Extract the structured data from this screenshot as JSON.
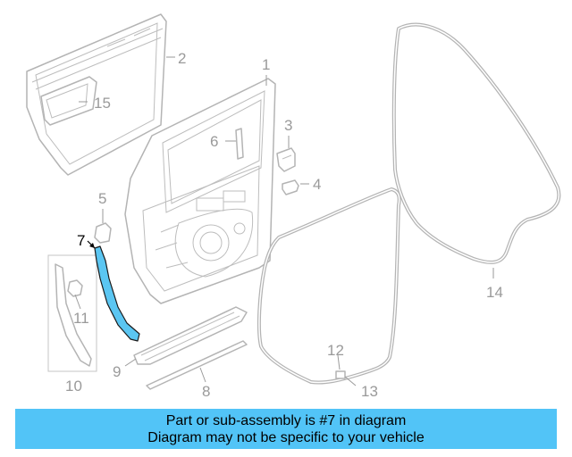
{
  "callouts": {
    "c1": "1",
    "c2": "2",
    "c3": "3",
    "c4": "4",
    "c5": "5",
    "c6": "6",
    "c7": "7",
    "c8": "8",
    "c9": "9",
    "c10": "10",
    "c11": "11",
    "c12": "12",
    "c13": "13",
    "c14": "14",
    "c15": "15"
  },
  "highlighted_part": "7",
  "colors": {
    "highlight": "#5bc6f2",
    "banner": "#52c4f7",
    "line": "#b4b4b4"
  },
  "banner": {
    "line1": "Part or sub-assembly is #7 in diagram",
    "line2": "Diagram may not be specific to your vehicle"
  }
}
